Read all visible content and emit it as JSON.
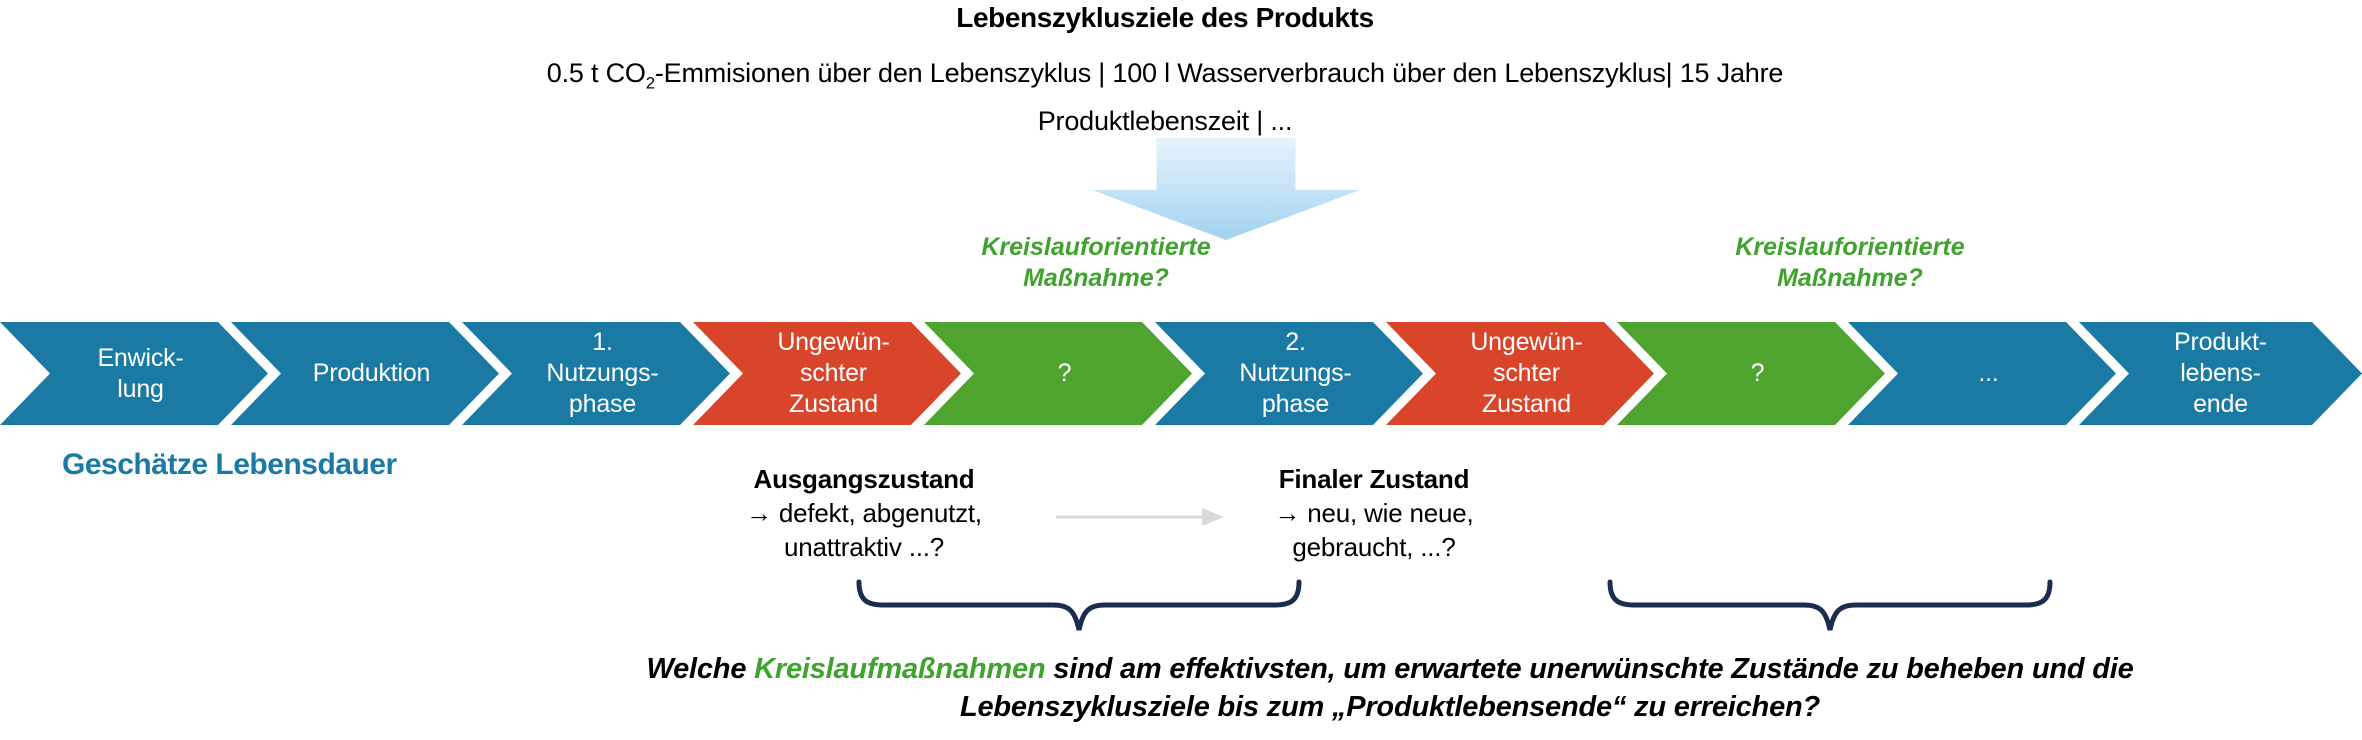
{
  "header": {
    "title": "Lebenszyklusziele des Produkts",
    "subtitle_pre": "0.5 t CO",
    "subtitle_sub": "2",
    "subtitle_post": "-Emmisionen über den Lebenszyklus | 100 l Wasserverbrauch über den Lebenszyklus| 15 Jahre",
    "subtitle_line2": "Produktlebenszeit | ..."
  },
  "measures": {
    "label_left": "Kreislauforientierte Maßnahme?",
    "label_right": "Kreislauforientierte Maßnahme?"
  },
  "process": {
    "steps": [
      {
        "label": "Enwick-\nlung",
        "color": "blue"
      },
      {
        "label": "Produktion",
        "color": "blue"
      },
      {
        "label": "1.\nNutzungs-\nphase",
        "color": "blue"
      },
      {
        "label": "Ungewün-\nschter\nZustand",
        "color": "red"
      },
      {
        "label": "?",
        "color": "green"
      },
      {
        "label": "2.\nNutzungs-\nphase",
        "color": "blue"
      },
      {
        "label": "Ungewün-\nschter\nZustand",
        "color": "red"
      },
      {
        "label": "?",
        "color": "green"
      },
      {
        "label": "...",
        "color": "blue"
      },
      {
        "label": "Produkt-\nlebens-\nende",
        "color": "blue"
      }
    ]
  },
  "lifetime_label": "Geschätze Lebensdauer",
  "initial_state": {
    "title": "Ausgangszustand",
    "desc": "→ defekt, abgenutzt, unattraktiv ...?"
  },
  "final_state": {
    "title": "Finaler Zustand",
    "desc": "→ neu, wie neue, gebraucht, ...?"
  },
  "question": {
    "pre": "Welche ",
    "highlight": "Kreislaufmaßnahmen",
    "post": " sind am effektivsten, um erwartete unerwünschte Zustände zu beheben und die Lebenszyklusziele bis zum „Produktlebensende“ zu erreichen?"
  },
  "colors": {
    "blue": "#1B7AA4",
    "red": "#D8452A",
    "green": "#4FA42F",
    "green_text": "#3FA32D",
    "navy": "#1B2C4E",
    "arrow_light": "#E7F3FB",
    "arrow_deep": "#A2D3F0",
    "gray_arrow": "#D9D9D9"
  }
}
